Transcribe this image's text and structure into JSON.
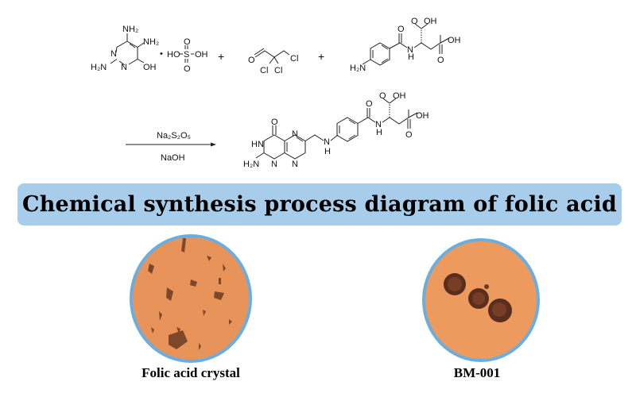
{
  "reaction": {
    "reactant1": {
      "nh2_top": "NH₂",
      "nh2_side": "NH₂",
      "n1": "N",
      "n2": "N",
      "h2n": "H₂N",
      "oh": "OH",
      "dot": "•"
    },
    "sulfuric_acid": {
      "ho": "HO",
      "s": "S",
      "oh": "OH",
      "o_top": "O",
      "o_bottom": "O"
    },
    "plus": "+",
    "reactant2": {
      "o": "O",
      "cl1": "Cl",
      "cl2": "Cl",
      "cl3": "Cl"
    },
    "reactant3": {
      "h2n": "H₂N",
      "o_amide": "O",
      "nh": "N",
      "h": "H",
      "o_acid1": "O",
      "oh1": "OH",
      "oh2": "OH",
      "o_acid2": "O"
    },
    "reagent_top": "Na₂S₂O₅",
    "reagent_bottom": "NaOH",
    "product": {
      "o_keto": "O",
      "hn": "HN",
      "h2n": "H₂N",
      "n1": "N",
      "n2": "N",
      "n3": "N",
      "nh": "N",
      "h1": "H",
      "o_amide": "O",
      "nh2": "N",
      "h2": "H",
      "o_acid1": "O",
      "oh1": "OH",
      "oh2": "OH",
      "o_acid2": "O"
    }
  },
  "banner_title": "Chemical synthesis process diagram of folic acid",
  "images": [
    {
      "caption": "Folic acid crystal"
    },
    {
      "caption": "BM-001"
    }
  ],
  "colors": {
    "banner": "#a8cdea",
    "photo_bg": "#e8935a",
    "photo_ring": "#6aaee0"
  }
}
